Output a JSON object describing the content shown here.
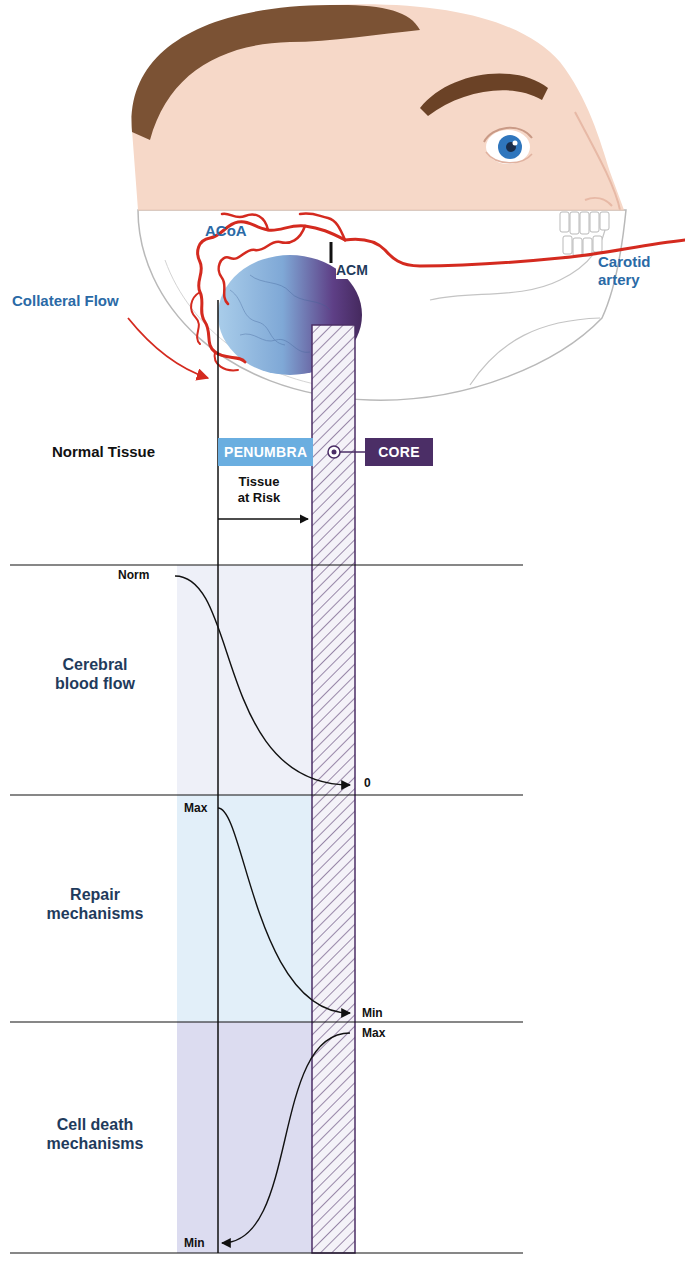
{
  "diagram": {
    "nodes": [
      {
        "text": [
          "PENUMBRA"
        ]
      },
      {
        "text": [
          "CORE"
        ]
      }
    ],
    "labels": [
      "ACoA",
      "ACM",
      "Carotid artery",
      "Collateral Flow",
      "Normal Tissue",
      "Tissue at Risk",
      "Cerebral blood flow",
      "Norm",
      "0",
      "Repair mechanisms",
      "Max",
      "Min",
      "Cell death mechanisms",
      "Max",
      "Min"
    ]
  }
}
